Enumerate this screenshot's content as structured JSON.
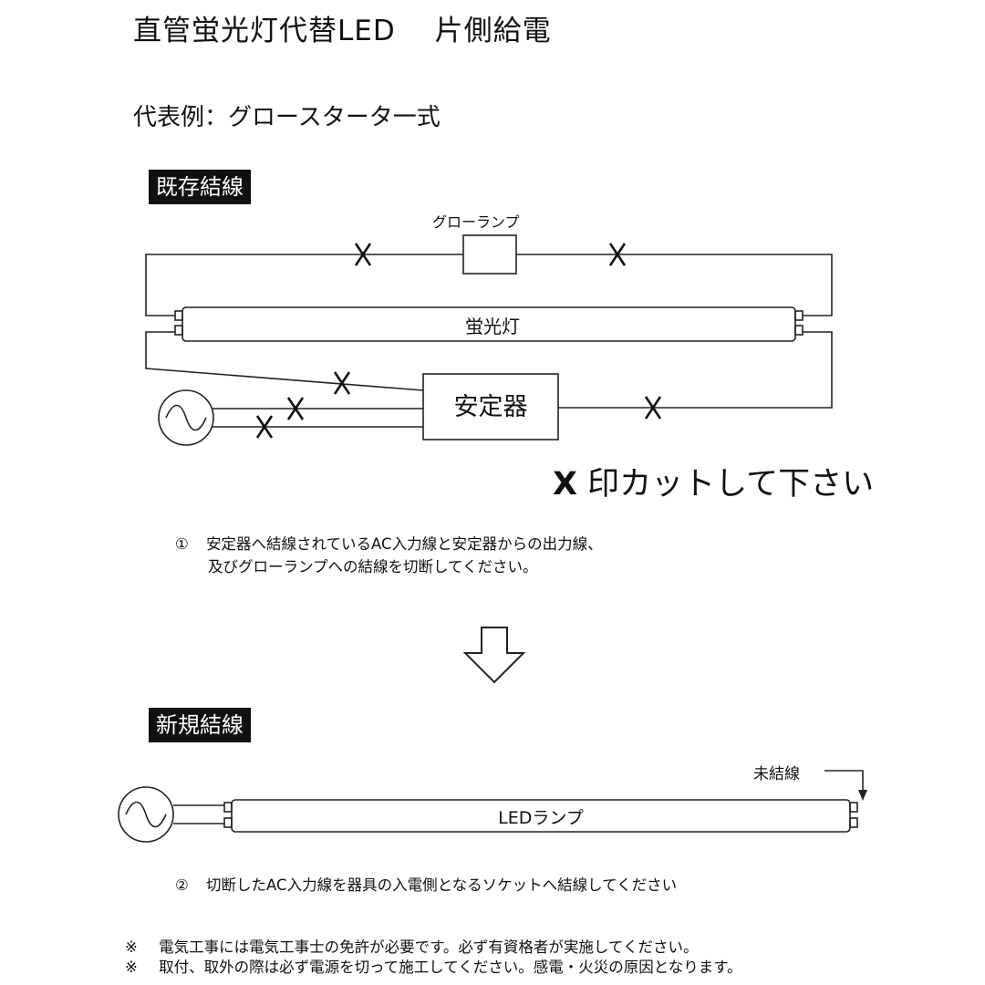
{
  "header": {
    "title": "直管蛍光灯代替LED　 片側給電",
    "subtitle": "代表例：グロースタータ一式"
  },
  "existing": {
    "tag": "既存結線",
    "glow_lamp_label": "グローランプ",
    "tube_label": "蛍光灯",
    "ballast_label": "安定器",
    "cut_mark": "X",
    "legend_text": "印カットして下さい"
  },
  "step1": {
    "number": "①",
    "line1": "安定器へ結線されているAC入力線と安定器からの出力線、",
    "line2": "及びグローランプへの結線を切断してください。"
  },
  "arrow": {
    "icon": "down-arrow-icon"
  },
  "new_wiring": {
    "tag": "新規結線",
    "unconnected_label": "未結線",
    "tube_label": "LEDランプ"
  },
  "step2": {
    "number": "②",
    "text": "切断したAC入力線を器具の入電側となるソケットへ結線してください"
  },
  "footnotes": [
    {
      "mark": "※",
      "text": "電気工事には電気工事士の免許が必要です。必ず有資格者が実施してください。"
    },
    {
      "mark": "※",
      "text": "取付、取外の際は必ず電源を切って施工してください。感電・火災の原因となります。"
    }
  ]
}
